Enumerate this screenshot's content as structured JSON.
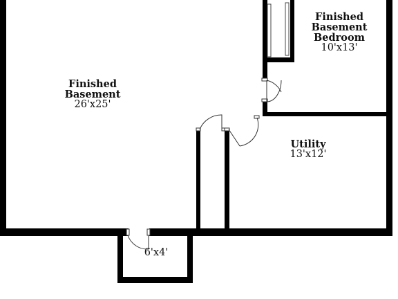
{
  "colors": {
    "wall": "#000000",
    "door": "#333333",
    "background": "#ffffff",
    "text": "#111111"
  },
  "rooms": [
    {
      "id": "finished-basement",
      "name_lines": [
        "Finished",
        "Basement"
      ],
      "dimensions": "26'x25'"
    },
    {
      "id": "finished-basement-bedroom",
      "name_lines": [
        "Finished",
        "Basement",
        "Bedroom"
      ],
      "dimensions": "10'x13'"
    },
    {
      "id": "utility",
      "name_lines": [
        "Utility"
      ],
      "dimensions": "13'x12'"
    },
    {
      "id": "small-room",
      "name_lines": [],
      "dimensions": "6'x4'"
    }
  ]
}
